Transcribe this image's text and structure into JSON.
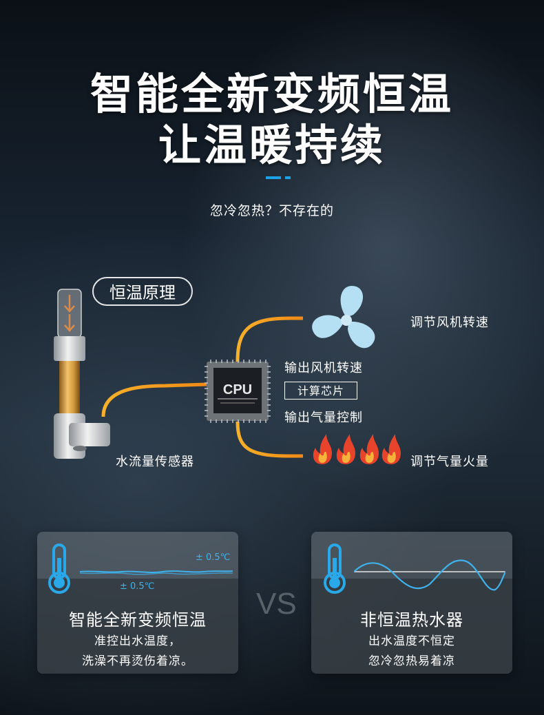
{
  "header": {
    "title_line1": "智能全新变频恒温",
    "title_line2": "让温暖持续",
    "subtitle": "忽冷忽热？不存在的"
  },
  "diagram": {
    "principle_label": "恒温原理",
    "sensor_label": "水流量传感器",
    "cpu_text": "CPU",
    "fan_output_label": "输出风机转速",
    "chip_label": "计算芯片",
    "gas_output_label": "输出气量控制",
    "fan_result_label": "调节风机转速",
    "gas_result_label": "调节气量火量"
  },
  "comparison": {
    "vs_text": "VS",
    "left": {
      "title": "智能全新变频恒温",
      "desc_line1": "准控出水温度，",
      "desc_line2": "洗澡不再烫伤着凉。",
      "tolerance_upper": "± 0.5℃",
      "tolerance_lower": "± 0.5℃"
    },
    "right": {
      "title": "非恒温热水器",
      "desc_line1": "出水温度不恒定",
      "desc_line2": "忽冷忽热易着凉"
    }
  },
  "colors": {
    "accent": "#1ea2e6",
    "thermometer": "#29a9ea",
    "pipe_orange": "#f39a1e",
    "flame": "#e8432b"
  },
  "icons": [
    "thermometer-icon",
    "fan-icon",
    "flame-icon",
    "cpu-chip-icon",
    "flow-sensor-icon"
  ]
}
